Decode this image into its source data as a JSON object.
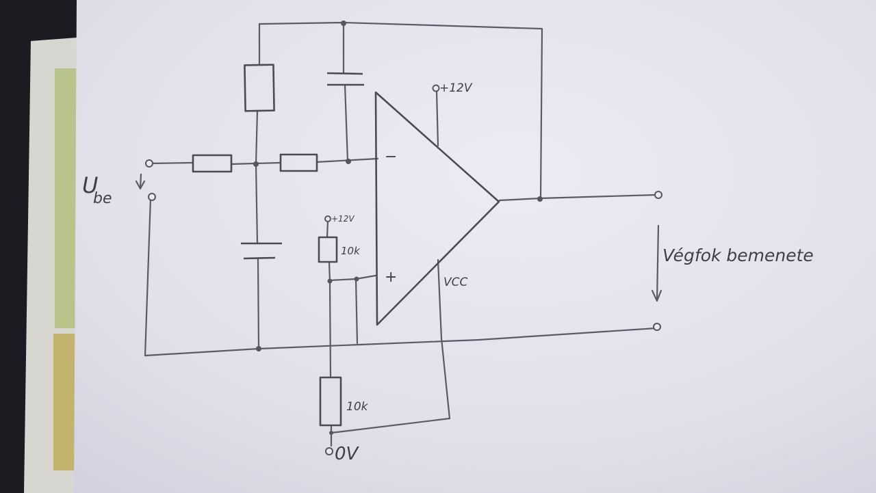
{
  "labels": {
    "input_voltage_main": "U",
    "input_voltage_sub": "be",
    "supply_top": "+12V",
    "supply_mid": "+12V",
    "resistor_top": "10k",
    "resistor_bottom": "10k",
    "ground": "0V",
    "vcc": "VCC",
    "inverting": "−",
    "noninverting": "+",
    "output_caption": "Végfok bemenete"
  },
  "colors": {
    "paper": "#e2e1ec",
    "ink": "#4a4a55",
    "background": "#1b1c22"
  }
}
